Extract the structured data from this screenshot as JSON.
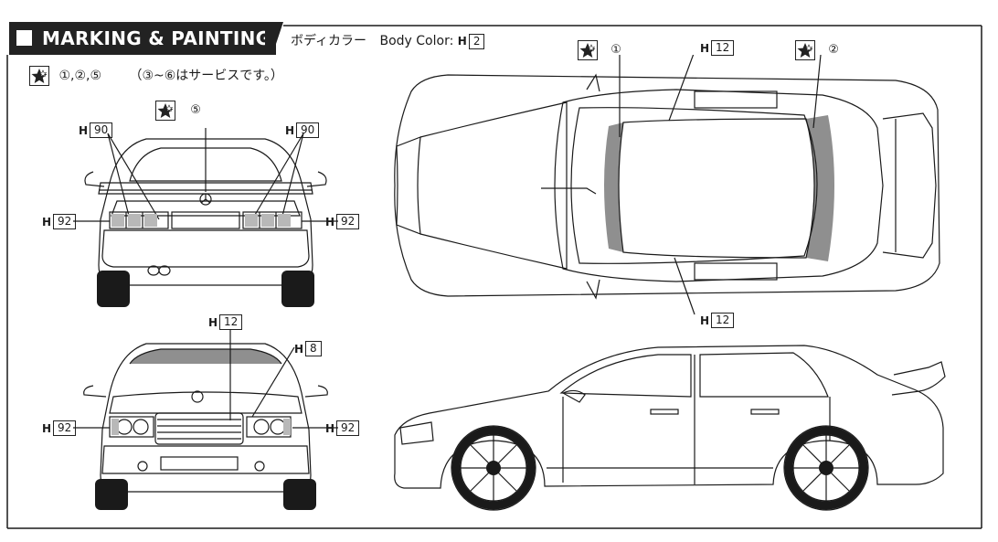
{
  "header": {
    "title": "MARKING & PAINTING"
  },
  "body_color": {
    "label_jp": "ボディカラー",
    "label_en": "Body Color:",
    "code_prefix": "H",
    "code": "2"
  },
  "note": {
    "marks": "①,②,⑤",
    "service_text": "（③~⑥はサービスです。）"
  },
  "rear_view": {
    "mark_number": "⑤",
    "h90_left": "90",
    "h90_right": "90",
    "h92_left": "92",
    "h92_right": "92"
  },
  "front_view": {
    "h12": "12",
    "h8": "8",
    "h92_left": "92",
    "h92_right": "92"
  },
  "top_view": {
    "mark1": "①",
    "mark2": "②",
    "h12_top": "12",
    "h12_bottom": "12"
  },
  "colors": {
    "ink": "#1a1a1a",
    "tint": "#8a8a8a"
  }
}
